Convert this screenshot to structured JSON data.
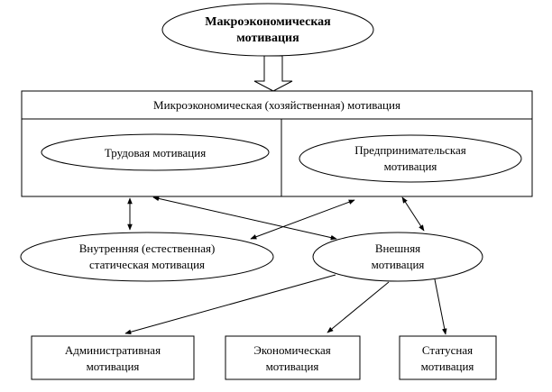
{
  "diagram": {
    "macro": {
      "line1": "Макроэкономическая",
      "line2": "мотивация"
    },
    "micro": {
      "title": "Микроэкономическая (хозяйственная) мотивация",
      "labor": "Трудовая мотивация",
      "entrepreneurial_line1": "Предпринимательская",
      "entrepreneurial_line2": "мотивация"
    },
    "internal": {
      "line1": "Внутренняя (естественная)",
      "line2": "статическая мотивация"
    },
    "external": {
      "line1": "Внешняя",
      "line2": "мотивация"
    },
    "administrative": {
      "line1": "Административная",
      "line2": "мотивация"
    },
    "economic": {
      "line1": "Экономическая",
      "line2": "мотивация"
    },
    "status": {
      "line1": "Статусная",
      "line2": "мотивация"
    },
    "edges": [
      {
        "from": "macro",
        "to": "micro",
        "kind": "block-arrow"
      },
      {
        "from": "micro",
        "to": "internal",
        "kind": "bidirectional"
      },
      {
        "from": "micro",
        "to": "external",
        "kind": "bidirectional"
      },
      {
        "from": "entrepreneurial",
        "to": "internal",
        "kind": "bidirectional"
      },
      {
        "from": "micro",
        "to": "external",
        "kind": "bidirectional"
      },
      {
        "from": "external",
        "to": "administrative",
        "kind": "directed"
      },
      {
        "from": "external",
        "to": "economic",
        "kind": "directed"
      },
      {
        "from": "external",
        "to": "status",
        "kind": "directed"
      }
    ]
  },
  "colors": {
    "stroke": "#000000",
    "fill": "#ffffff"
  }
}
